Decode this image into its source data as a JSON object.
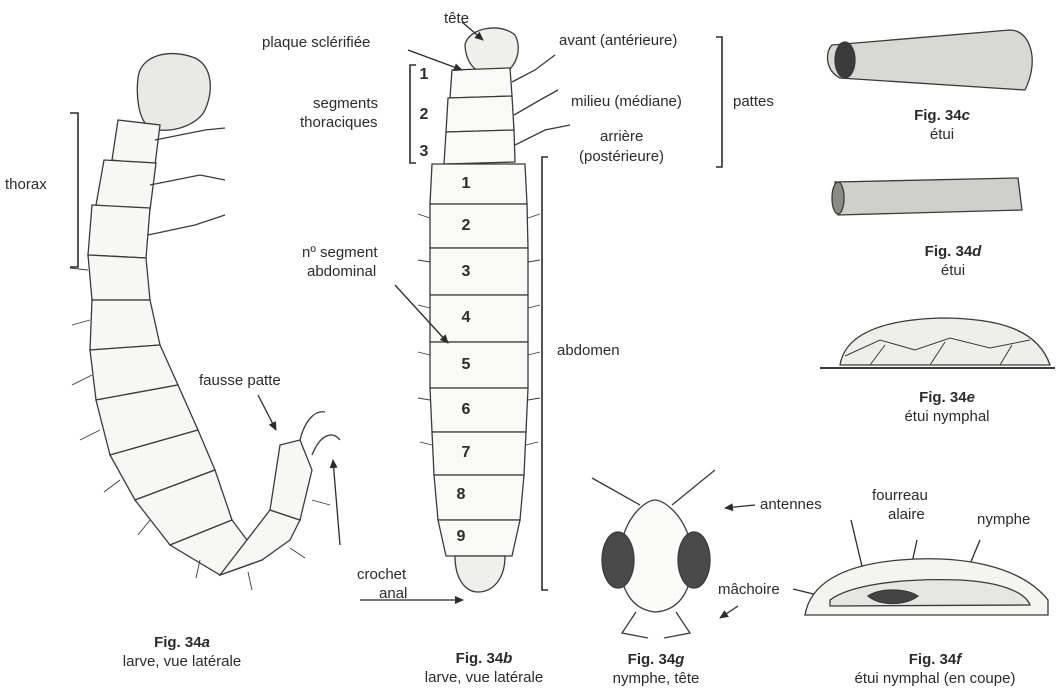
{
  "labels": {
    "thorax": "thorax",
    "tete": "tête",
    "plaque": "plaque sclérifiée",
    "segments_thoraciques_1": "segments",
    "segments_thoraciques_2": "thoraciques",
    "avant": "avant (antérieure)",
    "milieu": "milieu (médiane)",
    "arriere_1": "arrière",
    "arriere_2": "(postérieure)",
    "pattes": "pattes",
    "n_segment_1": "nº segment",
    "n_segment_2": "abdominal",
    "abdomen": "abdomen",
    "fausse_patte": "fausse patte",
    "crochet_1": "crochet",
    "crochet_2": "anal",
    "antennes": "antennes",
    "fourreau_1": "fourreau",
    "fourreau_2": "alaire",
    "nymphe": "nymphe",
    "machoire": "mâchoire"
  },
  "thorax_numbers": [
    "1",
    "2",
    "3"
  ],
  "abdominal_numbers": [
    "1",
    "2",
    "3",
    "4",
    "5",
    "6",
    "7",
    "8",
    "9"
  ],
  "captions": {
    "a": {
      "prefix": "Fig. 34",
      "letter": "a",
      "text": "larve, vue latérale"
    },
    "b": {
      "prefix": "Fig. 34",
      "letter": "b",
      "text": "larve, vue latérale"
    },
    "g": {
      "prefix": "Fig. 34",
      "letter": "g",
      "text": "nymphe, tête"
    },
    "f": {
      "prefix": "Fig. 34",
      "letter": "f",
      "text": "étui nymphal (en coupe)"
    },
    "c": {
      "prefix": "Fig. 34",
      "letter": "c",
      "text": "étui"
    },
    "d": {
      "prefix": "Fig. 34",
      "letter": "d",
      "text": "étui"
    },
    "e": {
      "prefix": "Fig. 34",
      "letter": "e",
      "text": "étui nymphal"
    }
  }
}
